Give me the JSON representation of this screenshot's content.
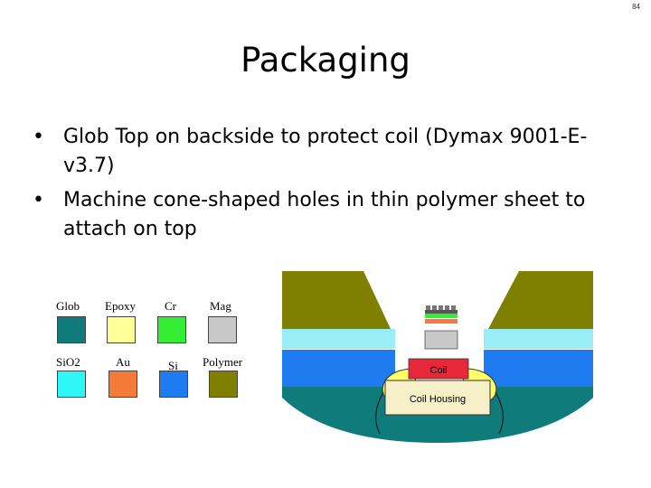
{
  "slide": {
    "page_number": "84",
    "title": "Packaging",
    "bullets": [
      "Glob Top on backside to protect coil (Dymax 9001-E-v3.7)",
      "Machine cone-shaped holes in thin polymer sheet to attach on top"
    ],
    "bullet_glyph": "•"
  },
  "legend": [
    {
      "label": "Glob",
      "color": "#0f7b7b"
    },
    {
      "label": "Epoxy",
      "color": "#ffff99"
    },
    {
      "label": "Cr",
      "color": "#33ee33"
    },
    {
      "label": "Mag",
      "color": "#c8c8c8"
    },
    {
      "label": "SiO2",
      "color": "#2ff7f7"
    },
    {
      "label": "Au",
      "color": "#f47a3a"
    },
    {
      "label": "Si",
      "color": "#1f7cf0"
    },
    {
      "label": "Polymer",
      "color": "#808000"
    }
  ],
  "diagram": {
    "coil_label": "Coil",
    "coil_housing_label": "Coil Housing",
    "colors": {
      "polymer": "#808000",
      "sio2": "#99eef5",
      "si": "#1f7cf0",
      "glob": "#0f7b7b",
      "epoxy": "#ffff99",
      "coil": "#e8273a",
      "housing": "#f5f0c8",
      "mag": "#c8c8c8",
      "cr": "#33ee33",
      "au": "#f47a3a"
    }
  }
}
